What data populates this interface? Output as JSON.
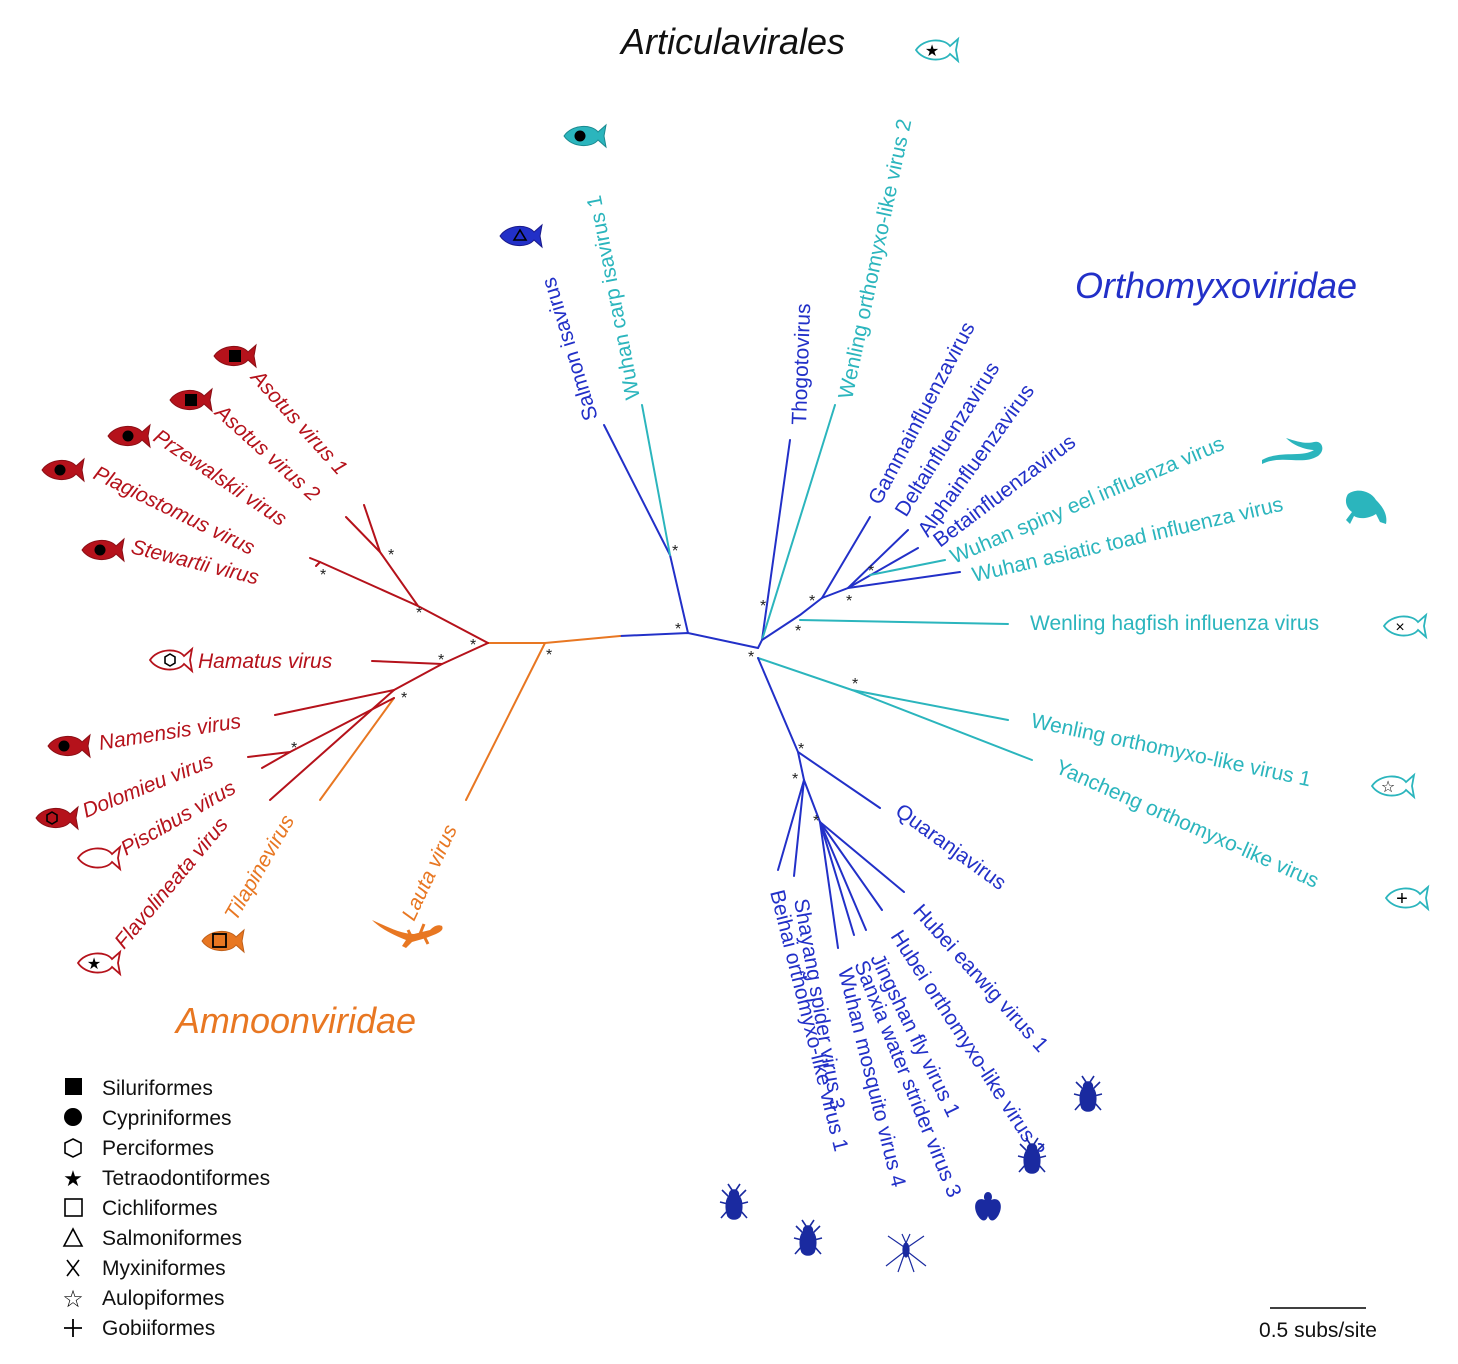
{
  "colors": {
    "orthomyxo": "#2230c8",
    "cyan": "#2bb5bd",
    "amnoon": "#e87722",
    "red": "#b5121b",
    "black": "#111111"
  },
  "clades": {
    "articulavirales": "Articulavirales",
    "orthomyxoviridae": "Orthomyxoviridae",
    "amnoonviridae": "Amnoonviridae"
  },
  "support_marker": "*",
  "leaves": [
    {
      "id": "salmon-isavirus",
      "label": "Salmon isavirus",
      "italic": false,
      "color": "orthomyxo",
      "host": "fish-filled",
      "host_order": "Salmoniformes"
    },
    {
      "id": "wuhan-carp-isavirus-1",
      "label": "Wuhan carp isavirus 1",
      "italic": false,
      "color": "cyan",
      "host": "fish-filled",
      "host_order": "Cypriniformes"
    },
    {
      "id": "thogotovirus",
      "label": "Thogotovirus",
      "italic": false,
      "color": "orthomyxo"
    },
    {
      "id": "wenling-orthomyxo-like-virus-2",
      "label": "Wenling orthomyxo-like virus 2",
      "italic": false,
      "color": "cyan",
      "host": "fish-outline",
      "host_order": "Tetraodontiformes"
    },
    {
      "id": "gammainfluenzavirus",
      "label": "Gammainfluenzavirus",
      "italic": false,
      "color": "orthomyxo"
    },
    {
      "id": "deltainfluenzavirus",
      "label": "Deltainfluenzavirus",
      "italic": false,
      "color": "orthomyxo"
    },
    {
      "id": "alphainfluenzavirus",
      "label": "Alphainfluenzavirus",
      "italic": false,
      "color": "orthomyxo"
    },
    {
      "id": "betainfluenzavirus",
      "label": "Betainfluenzavirus",
      "italic": false,
      "color": "orthomyxo"
    },
    {
      "id": "wuhan-spiny-eel-influenza-virus",
      "label": "Wuhan spiny eel influenza virus",
      "italic": false,
      "color": "cyan",
      "host": "eel"
    },
    {
      "id": "wuhan-asiatic-toad-influenza-virus",
      "label": "Wuhan asiatic toad influenza virus",
      "italic": false,
      "color": "cyan",
      "host": "toad"
    },
    {
      "id": "wenling-hagfish-influenza-virus",
      "label": "Wenling hagfish influenza virus",
      "italic": false,
      "color": "cyan",
      "host": "fish-outline",
      "host_order": "Myxiniformes"
    },
    {
      "id": "wenling-orthomyxo-like-virus-1",
      "label": "Wenling orthomyxo-like virus 1",
      "italic": false,
      "color": "cyan",
      "host": "fish-outline",
      "host_order": "Aulopiformes"
    },
    {
      "id": "yancheng-orthomyxo-like-virus",
      "label": "Yancheng orthomyxo-like virus",
      "italic": false,
      "color": "cyan",
      "host": "fish-outline",
      "host_order": "Gobiiformes"
    },
    {
      "id": "quaranjavirus",
      "label": "Quaranjavirus",
      "italic": false,
      "color": "orthomyxo"
    },
    {
      "id": "hubei-earwig-virus-1",
      "label": "Hubei earwig virus 1",
      "italic": false,
      "color": "orthomyxo",
      "host": "insect"
    },
    {
      "id": "hubei-orthomyxo-like-virus-2",
      "label": "Hubei orthomyxo-like virus 2",
      "italic": false,
      "color": "orthomyxo",
      "host": "insect"
    },
    {
      "id": "jingshan-fly-virus-1",
      "label": "Jingshan fly virus 1",
      "italic": false,
      "color": "orthomyxo",
      "host": "fly"
    },
    {
      "id": "sanxia-water-strider-virus-3",
      "label": "Sanxia water strider virus 3",
      "italic": false,
      "color": "orthomyxo",
      "host": "strider"
    },
    {
      "id": "wuhan-mosquito-virus-4",
      "label": "Wuhan mosquito virus 4",
      "italic": false,
      "color": "orthomyxo",
      "host": "insect"
    },
    {
      "id": "shayang-spider-virus-3",
      "label": "Shayang spider virus 3",
      "italic": false,
      "color": "orthomyxo"
    },
    {
      "id": "beihai-orthomyxo-like-virus-1",
      "label": "Beihai orthomyxo-like virus 1",
      "italic": false,
      "color": "orthomyxo",
      "host": "insect"
    },
    {
      "id": "lauta-virus",
      "label": "Lauta virus",
      "italic": true,
      "color": "amnoon",
      "host": "gecko"
    },
    {
      "id": "tilapinevirus",
      "label": "Tilapinevirus",
      "italic": true,
      "color": "amnoon",
      "host": "fish-filled",
      "host_order": "Cichliformes"
    },
    {
      "id": "flavolineata-virus",
      "label": "Flavolineata virus",
      "italic": true,
      "color": "red",
      "host": "fish-outline",
      "host_order": "Tetraodontiformes"
    },
    {
      "id": "piscibus-virus",
      "label": "Piscibus virus",
      "italic": true,
      "color": "red",
      "host": "fish-outline"
    },
    {
      "id": "dolomieu-virus",
      "label": "Dolomieu virus",
      "italic": true,
      "color": "red",
      "host": "fish-filled",
      "host_order": "Perciformes"
    },
    {
      "id": "namensis-virus",
      "label": "Namensis virus",
      "italic": true,
      "color": "red",
      "host": "fish-filled",
      "host_order": "Cypriniformes"
    },
    {
      "id": "hamatus-virus",
      "label": "Hamatus virus",
      "italic": true,
      "color": "red",
      "host": "fish-outline",
      "host_order": "Perciformes"
    },
    {
      "id": "stewartii-virus",
      "label": "Stewartii virus",
      "italic": true,
      "color": "red",
      "host": "fish-filled",
      "host_order": "Cypriniformes"
    },
    {
      "id": "plagiostomus-virus",
      "label": "Plagiostomus virus",
      "italic": true,
      "color": "red",
      "host": "fish-filled",
      "host_order": "Cypriniformes"
    },
    {
      "id": "przewalskii-virus",
      "label": "Przewalskii virus",
      "italic": true,
      "color": "red",
      "host": "fish-filled",
      "host_order": "Cypriniformes"
    },
    {
      "id": "asotus-virus-2",
      "label": "Asotus virus 2",
      "italic": true,
      "color": "red",
      "host": "fish-filled",
      "host_order": "Siluriformes"
    },
    {
      "id": "asotus-virus-1",
      "label": "Asotus virus 1",
      "italic": true,
      "color": "red",
      "host": "fish-filled",
      "host_order": "Siluriformes"
    }
  ],
  "legend": [
    {
      "symbol": "filled-square",
      "label": "Siluriformes"
    },
    {
      "symbol": "filled-circle",
      "label": "Cypriniformes"
    },
    {
      "symbol": "hexagon",
      "label": "Perciformes"
    },
    {
      "symbol": "filled-star",
      "label": "Tetraodontiformes"
    },
    {
      "symbol": "open-square",
      "label": "Cichliformes"
    },
    {
      "symbol": "open-triangle",
      "label": "Salmoniformes"
    },
    {
      "symbol": "x",
      "label": "Myxiniformes"
    },
    {
      "symbol": "open-star",
      "label": "Aulopiformes"
    },
    {
      "symbol": "plus",
      "label": "Gobiiformes"
    }
  ],
  "scale_bar": {
    "label": "0.5 subs/site",
    "value": 0.5
  }
}
